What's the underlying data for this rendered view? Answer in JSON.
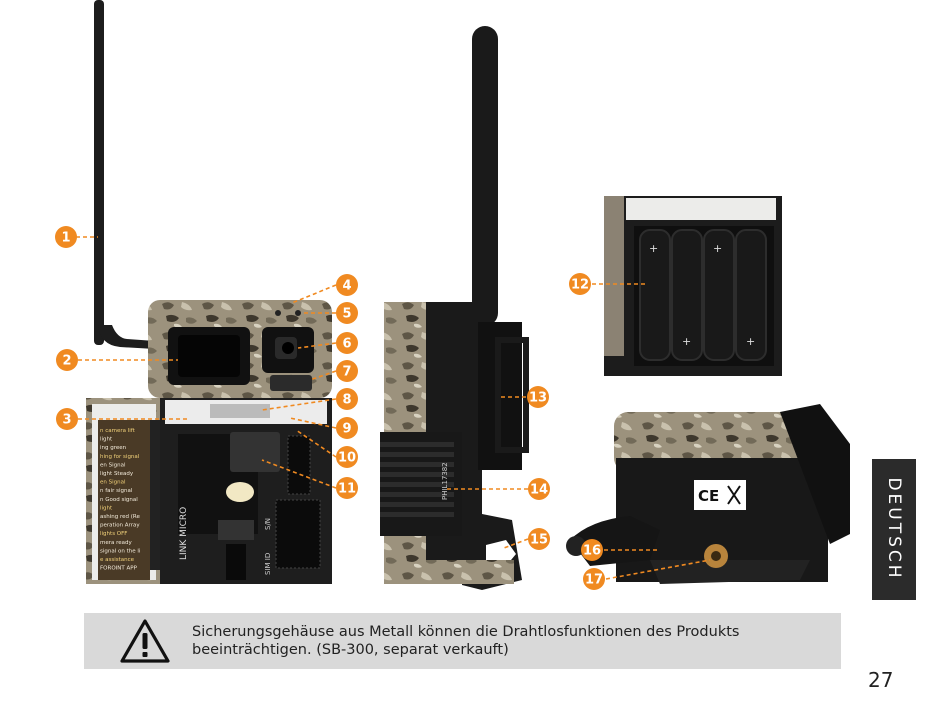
{
  "callouts": [
    {
      "num": "1"
    },
    {
      "num": "2"
    },
    {
      "num": "3"
    },
    {
      "num": "4"
    },
    {
      "num": "5"
    },
    {
      "num": "6"
    },
    {
      "num": "7"
    },
    {
      "num": "8"
    },
    {
      "num": "9"
    },
    {
      "num": "10"
    },
    {
      "num": "11"
    },
    {
      "num": "12"
    },
    {
      "num": "13"
    },
    {
      "num": "14"
    },
    {
      "num": "15"
    },
    {
      "num": "16"
    },
    {
      "num": "17"
    }
  ],
  "labels": {
    "model_text": "LINK MICRO",
    "sn_label": "S/N",
    "simid_label": "SIM ID",
    "side_strip": "PHIL17382",
    "ce": "CE"
  },
  "sticker_lines": [
    "n camera lift",
    "light",
    "ing green",
    "hing for signal",
    "en Signal",
    "light Steady",
    "en Signal",
    "n fair signal",
    "n Good signal",
    "light",
    "ashing red (Re",
    "peration Array",
    "lights OFF",
    "mera ready",
    "signal on the li",
    "e assistance",
    "FOROINT APP"
  ],
  "warning": {
    "text": "Sicherungsgehäuse aus Metall können die Drahtlosfunktionen des Produkts beeinträchtigen. (SB-300, separat verkauft)"
  },
  "side_tab": "DEUTSCH",
  "page_number": "27",
  "colors": {
    "accent": "#f08a21",
    "dark": "#1c1c1c",
    "camo": "#9c927d",
    "banner": "#d9d9d9"
  }
}
